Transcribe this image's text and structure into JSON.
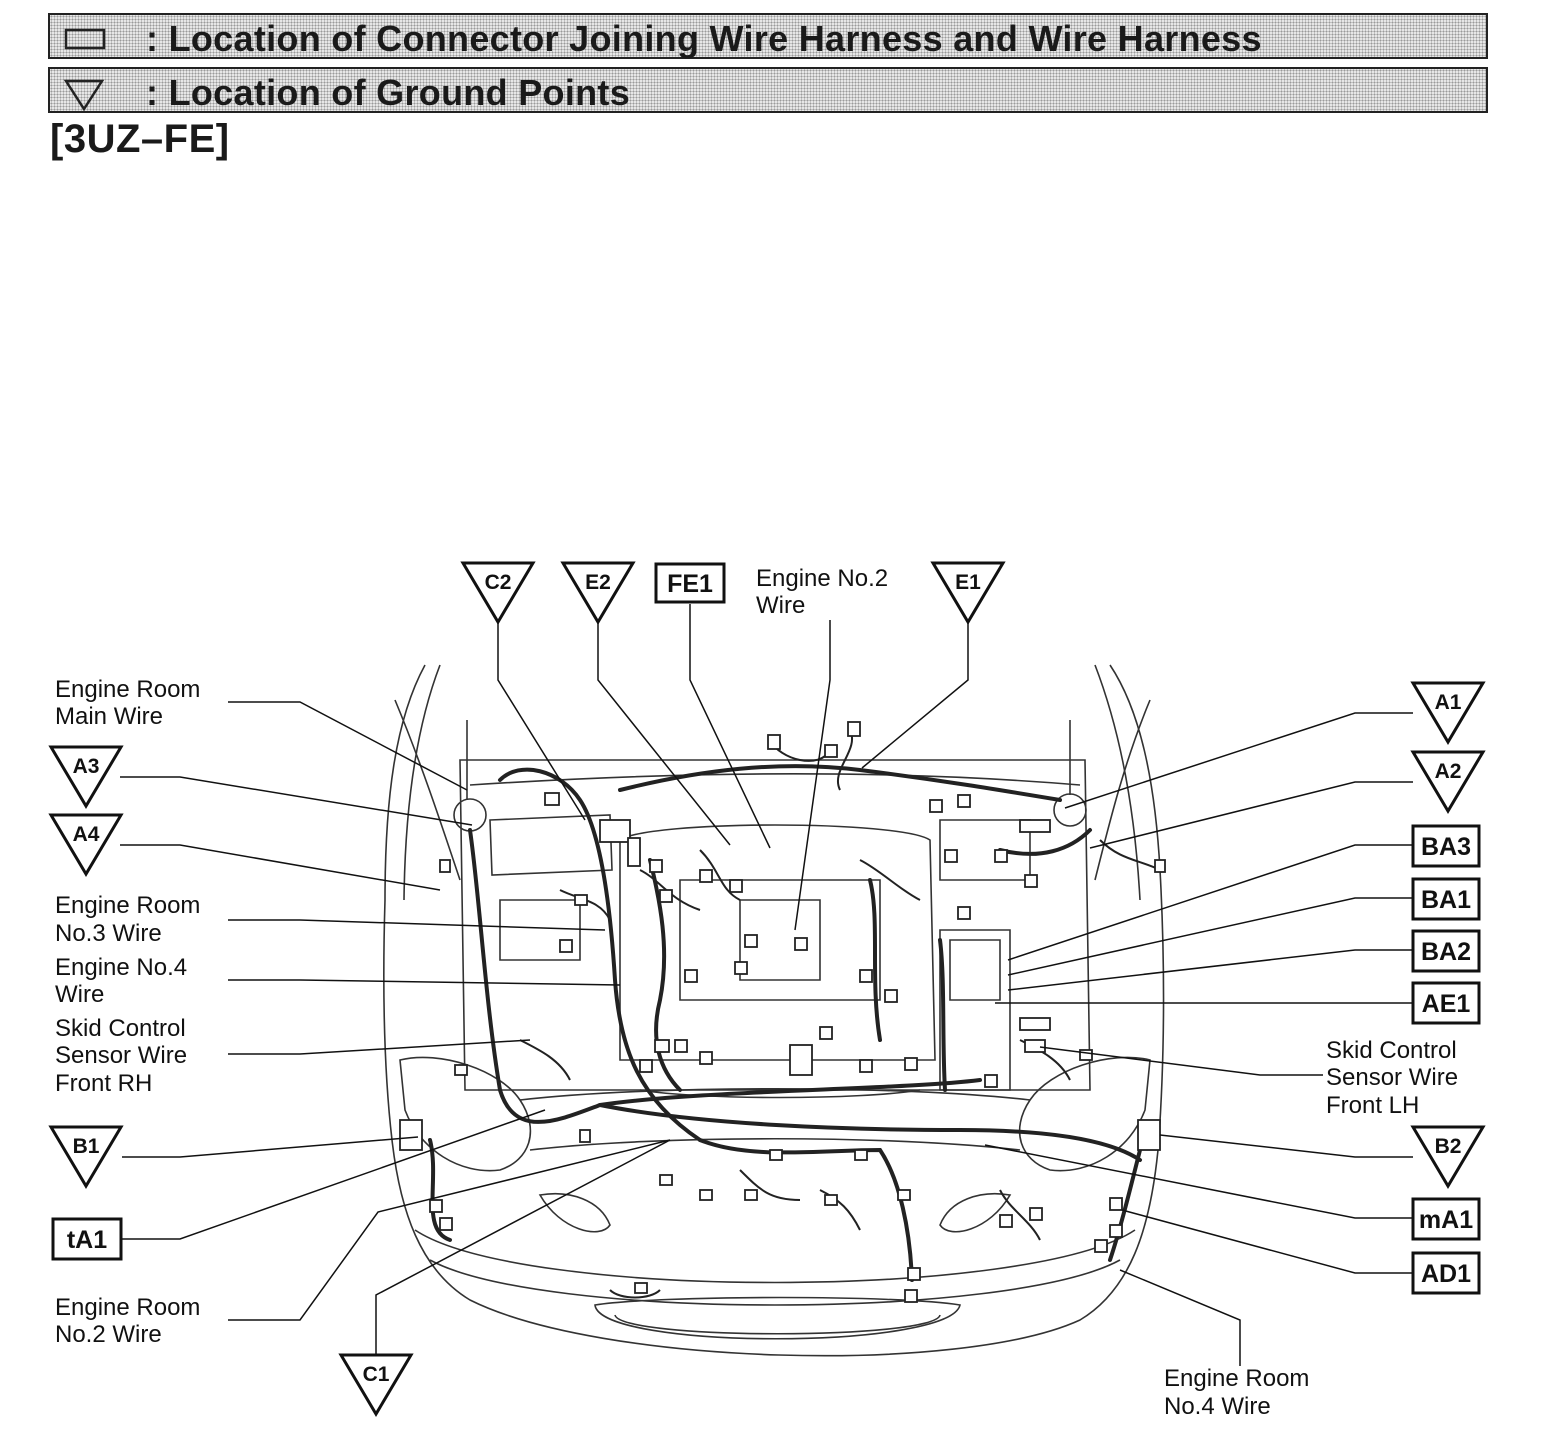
{
  "legend": {
    "connector_text": ": Location of Connector Joining Wire Harness and Wire Harness",
    "ground_text": ": Location of Ground Points",
    "connector_icon": "rectangle-icon",
    "ground_icon": "triangle-down-icon"
  },
  "variant_label": "[3UZ–FE]",
  "ground_points": {
    "c2": "C2",
    "e2": "E2",
    "e1": "E1",
    "a1": "A1",
    "a2": "A2",
    "a3": "A3",
    "a4": "A4",
    "b1": "B1",
    "b2": "B2",
    "c1": "C1"
  },
  "connectors": {
    "fe1": "FE1",
    "ba3": "BA3",
    "ba1": "BA1",
    "ba2": "BA2",
    "ae1": "AE1",
    "ma1": "mA1",
    "ad1": "AD1",
    "ta1": "tA1"
  },
  "wires": {
    "engine_room_main": [
      "Engine Room",
      "Main Wire"
    ],
    "engine_no2": [
      "Engine No.2",
      "Wire"
    ],
    "engine_room_no3": [
      "Engine Room",
      "No.3 Wire"
    ],
    "engine_no4": [
      "Engine No.4",
      "Wire"
    ],
    "skid_rh": [
      "Skid Control",
      "Sensor Wire",
      "Front RH"
    ],
    "skid_lh": [
      "Skid Control",
      "Sensor Wire",
      "Front LH"
    ],
    "engine_room_no2": [
      "Engine Room",
      "No.2 Wire"
    ],
    "engine_room_no4": [
      "Engine Room",
      "No.4 Wire"
    ]
  }
}
